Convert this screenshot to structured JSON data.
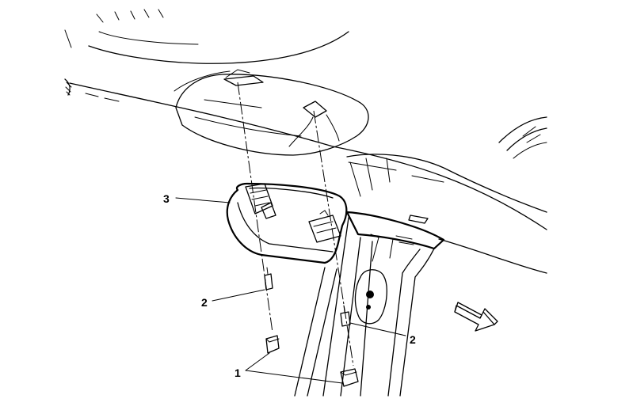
{
  "callouts": {
    "label_1": "1",
    "label_2_left": "2",
    "label_2_right": "2",
    "label_3": "3"
  },
  "icons": {
    "direction_arrow": "forward-arrow-icon"
  }
}
